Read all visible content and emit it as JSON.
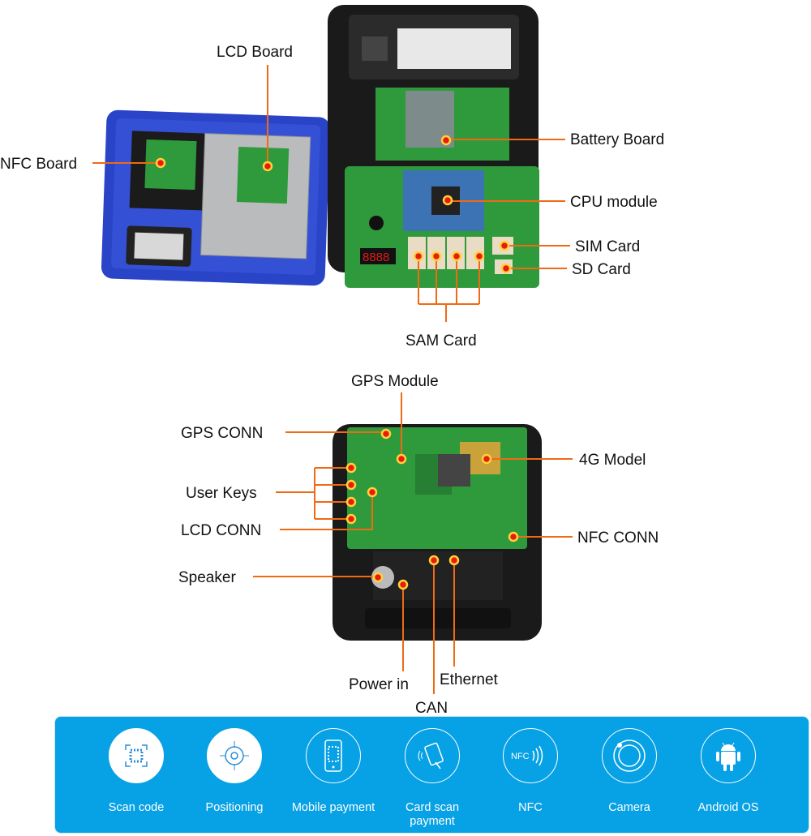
{
  "top_callouts": {
    "lcd_board": "LCD Board",
    "nfc_board": "NFC Board",
    "battery_board": "Battery  Board",
    "cpu_module": "CPU module",
    "sim_card": "SIM Card",
    "sd_card": "SD Card",
    "sam_card": "SAM Card"
  },
  "bottom_callouts": {
    "gps_module": "GPS Module",
    "gps_conn": "GPS CONN",
    "user_keys": "User Keys",
    "lcd_conn": "LCD CONN",
    "speaker": "Speaker",
    "model_4g": "4G Model",
    "nfc_conn": "NFC CONN",
    "power_in": "Power in",
    "can": "CAN",
    "ethernet": "Ethernet"
  },
  "display_digits": "8888",
  "features": [
    {
      "label": "Scan code",
      "icon": "qr-code-icon"
    },
    {
      "label": "Positioning",
      "icon": "crosshair-icon"
    },
    {
      "label": "Mobile payment",
      "icon": "mobile-qr-icon"
    },
    {
      "label": "Card scan payment",
      "icon": "card-tap-icon"
    },
    {
      "label": "NFC",
      "icon": "nfc-icon"
    },
    {
      "label": "Camera",
      "icon": "camera-lens-icon"
    },
    {
      "label": "Android OS",
      "icon": "android-icon"
    }
  ],
  "colors": {
    "callout_line": "#f06a14",
    "banner": "#07a1e5",
    "pcb": "#2f9a3c"
  }
}
